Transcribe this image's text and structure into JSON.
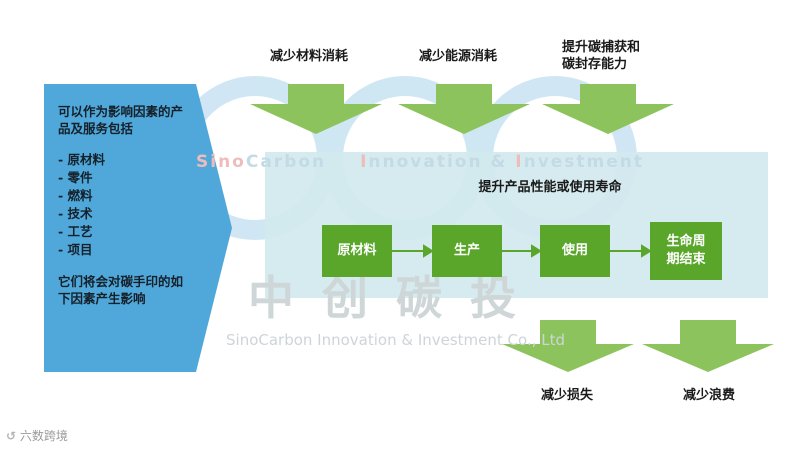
{
  "colors": {
    "left_panel": "#4fa8d9",
    "arrow_green": "#8dc35c",
    "box_green": "#5aa62b",
    "band": "#d3e9ee",
    "ring": "#bcdcef"
  },
  "top_arrows": [
    {
      "label": "减少材料消耗"
    },
    {
      "label": "减少能源消耗"
    },
    {
      "label": "提升碳捕获和\n碳封存能力"
    }
  ],
  "left_panel": {
    "heading": "可以作为影响因素的产品及服务包括",
    "items": [
      "- 原材料",
      "- 零件",
      "- 燃料",
      "- 技术",
      "- 工艺",
      "- 项目"
    ],
    "footer": "它们将会对碳手印的如下因素产生影响"
  },
  "band_title": "提升产品性能或使用寿命",
  "lifecycle": [
    {
      "label": "原材料"
    },
    {
      "label": "生产"
    },
    {
      "label": "使用"
    },
    {
      "label": "生命周\n期结束"
    }
  ],
  "bottom_arrows": [
    {
      "label": "减少损失"
    },
    {
      "label": "减少浪费"
    }
  ],
  "watermark": {
    "brand_part1": "Sino",
    "brand_part2": "Carbon",
    "brand_part3": "nnovation",
    "brand_part4": " & ",
    "brand_part5": "nvestment",
    "initial_i1": "I",
    "initial_i2": "I",
    "cn_name": "中创碳投",
    "en_name": "SinoCarbon Innovation & Investment Co., Ltd"
  },
  "footer_mark": "六数跨境"
}
